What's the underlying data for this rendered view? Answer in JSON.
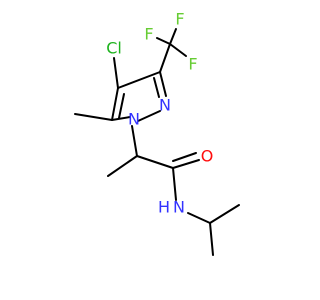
{
  "molecule": {
    "colors": {
      "bond": "#000000",
      "C": "#000000",
      "N": "#3333ff",
      "O": "#ff0d0d",
      "Cl": "#1fb31f",
      "F": "#66cc33"
    },
    "atoms": {
      "cl": {
        "symbol": "Cl",
        "label": "Cl"
      },
      "f1": {
        "symbol": "F",
        "label": "F"
      },
      "f2": {
        "symbol": "F",
        "label": "F"
      },
      "f3": {
        "symbol": "F",
        "label": "F"
      },
      "n_ring2": {
        "symbol": "N",
        "label": "N"
      },
      "n_ring1": {
        "symbol": "N",
        "label": "N"
      },
      "o_carbonyl": {
        "symbol": "O",
        "label": "O"
      },
      "nh_amide": {
        "symbol": "N",
        "label": "N"
      },
      "h_amide": {
        "symbol": "H",
        "label": "H"
      }
    }
  }
}
